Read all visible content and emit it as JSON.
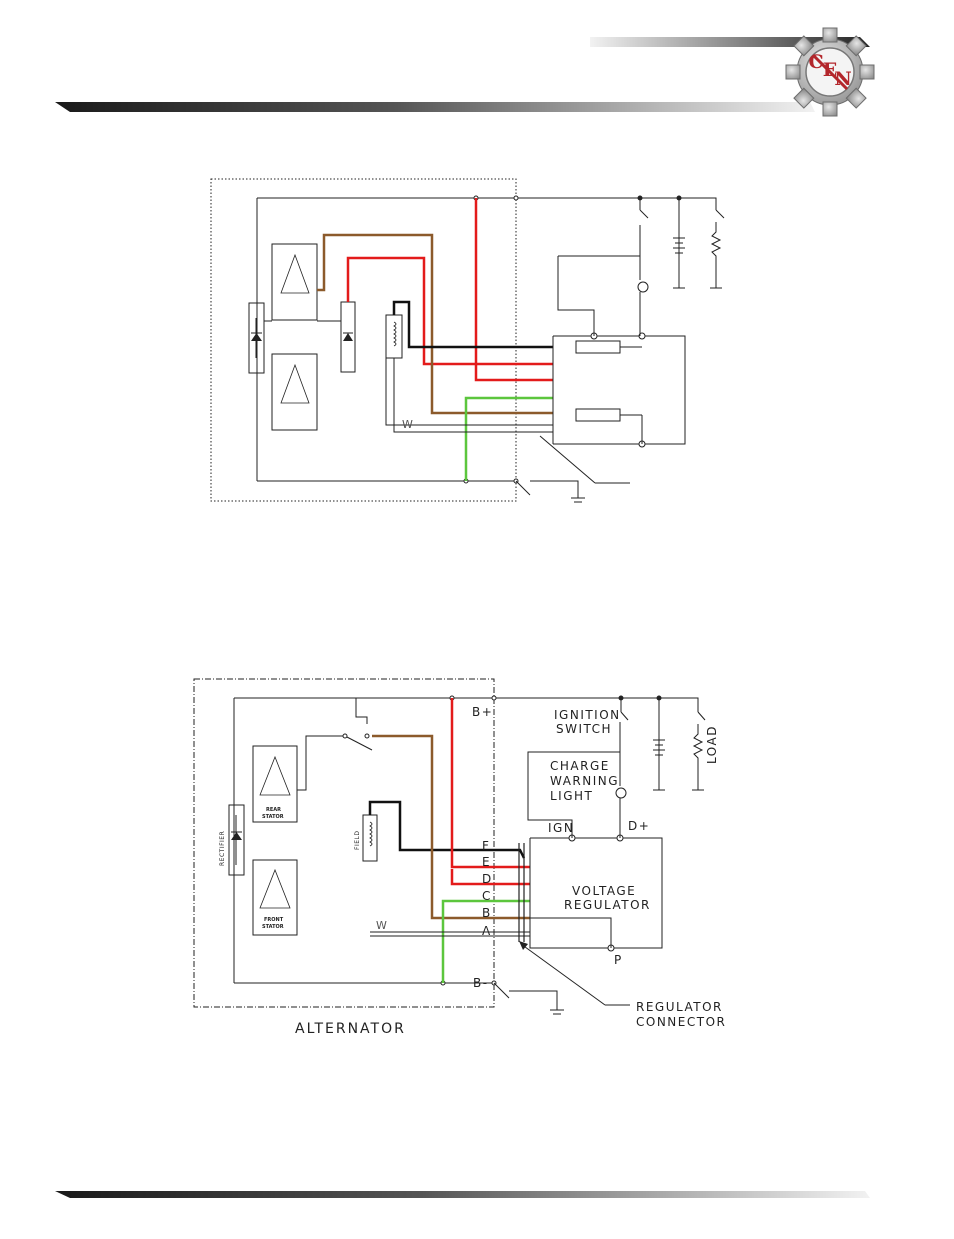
{
  "logo": {
    "text": "CEN",
    "icon": "gear-icon"
  },
  "colors": {
    "red": "#e31b1b",
    "brown": "#8c5a2b",
    "green": "#5cc63d",
    "black": "#111111",
    "logo_red": "#b3262b",
    "gear": "#9a9a9a"
  },
  "diagram2": {
    "b_plus": "B+",
    "b_minus": "B-",
    "ignition_switch": [
      "IGNITION",
      "SWITCH"
    ],
    "load": "LOAD",
    "charge_warning_light": [
      "CHARGE",
      "WARNING",
      "LIGHT"
    ],
    "ign": "IGN",
    "d_plus": "D+",
    "terminals": [
      "F",
      "E",
      "D",
      "C",
      "B",
      "A"
    ],
    "voltage_regulator": [
      "VOLTAGE",
      "REGULATOR"
    ],
    "p": "P",
    "regulator_connector": [
      "REGULATOR",
      "CONNECTOR"
    ],
    "alternator": "ALTERNATOR",
    "rectifier": "RECTIFIER",
    "field": "FIELD",
    "rear_stator": [
      "REAR",
      "STATOR"
    ],
    "front_stator": [
      "FRONT",
      "STATOR"
    ],
    "w": "W"
  },
  "diagram1": {
    "w": "W"
  }
}
